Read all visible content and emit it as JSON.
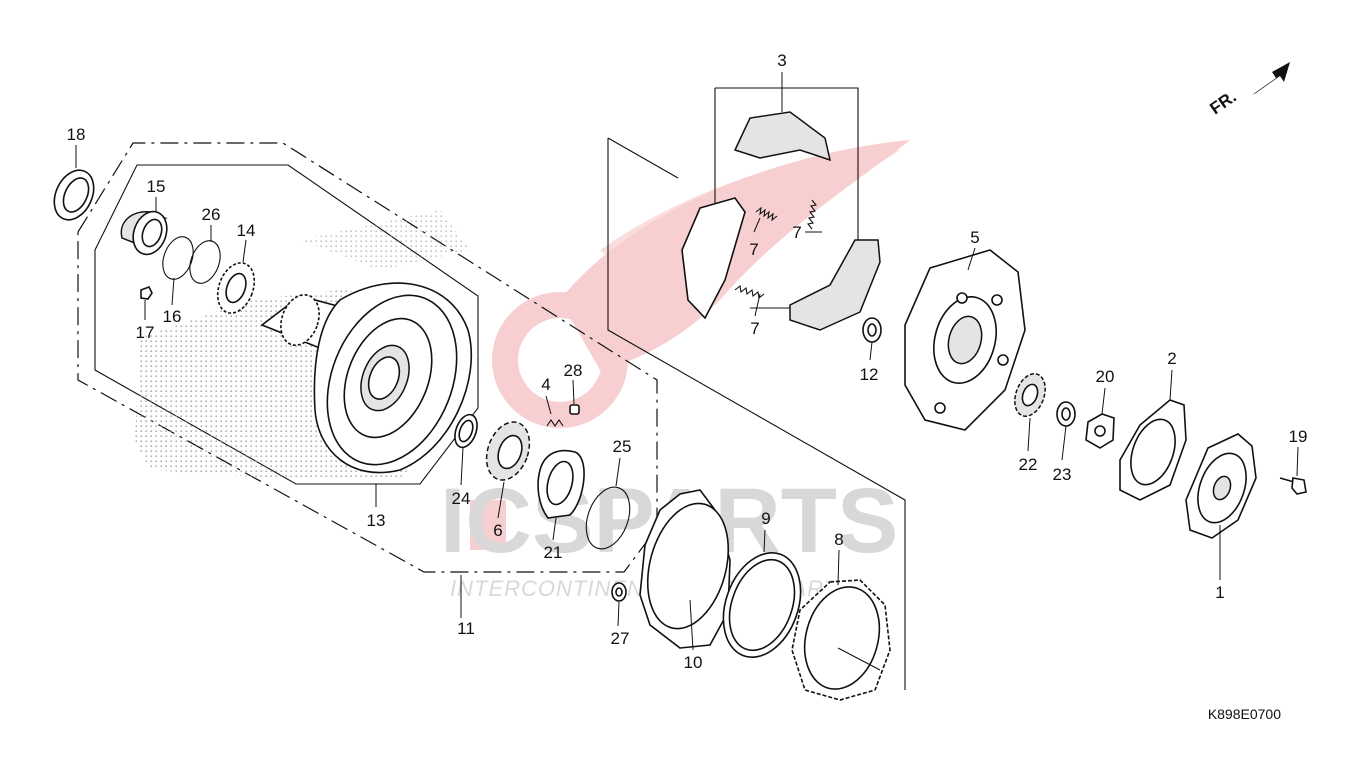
{
  "diagram": {
    "callouts": [
      {
        "id": "18",
        "label": "18"
      },
      {
        "id": "15",
        "label": "15"
      },
      {
        "id": "26",
        "label": "26"
      },
      {
        "id": "14",
        "label": "14"
      },
      {
        "id": "17",
        "label": "17"
      },
      {
        "id": "16",
        "label": "16"
      },
      {
        "id": "13",
        "label": "13"
      },
      {
        "id": "11",
        "label": "11"
      },
      {
        "id": "4",
        "label": "4"
      },
      {
        "id": "28",
        "label": "28"
      },
      {
        "id": "24",
        "label": "24"
      },
      {
        "id": "6",
        "label": "6"
      },
      {
        "id": "21",
        "label": "21"
      },
      {
        "id": "25",
        "label": "25"
      },
      {
        "id": "27",
        "label": "27"
      },
      {
        "id": "10",
        "label": "10"
      },
      {
        "id": "9",
        "label": "9"
      },
      {
        "id": "8",
        "label": "8"
      },
      {
        "id": "3",
        "label": "3"
      },
      {
        "id": "7a",
        "label": "7"
      },
      {
        "id": "7b",
        "label": "7"
      },
      {
        "id": "7c",
        "label": "7"
      },
      {
        "id": "12",
        "label": "12"
      },
      {
        "id": "5",
        "label": "5"
      },
      {
        "id": "22",
        "label": "22"
      },
      {
        "id": "23",
        "label": "23"
      },
      {
        "id": "20",
        "label": "20"
      },
      {
        "id": "2",
        "label": "2"
      },
      {
        "id": "1",
        "label": "1"
      },
      {
        "id": "19",
        "label": "19"
      }
    ],
    "direction_label": "FR.",
    "drawing_code": "K898E0700"
  },
  "watermark": {
    "brand_big": "ICSPARTS",
    "brand_small": "INTERCONTINENTAL SPARE PARTS",
    "accent_color": "#e0262a"
  }
}
